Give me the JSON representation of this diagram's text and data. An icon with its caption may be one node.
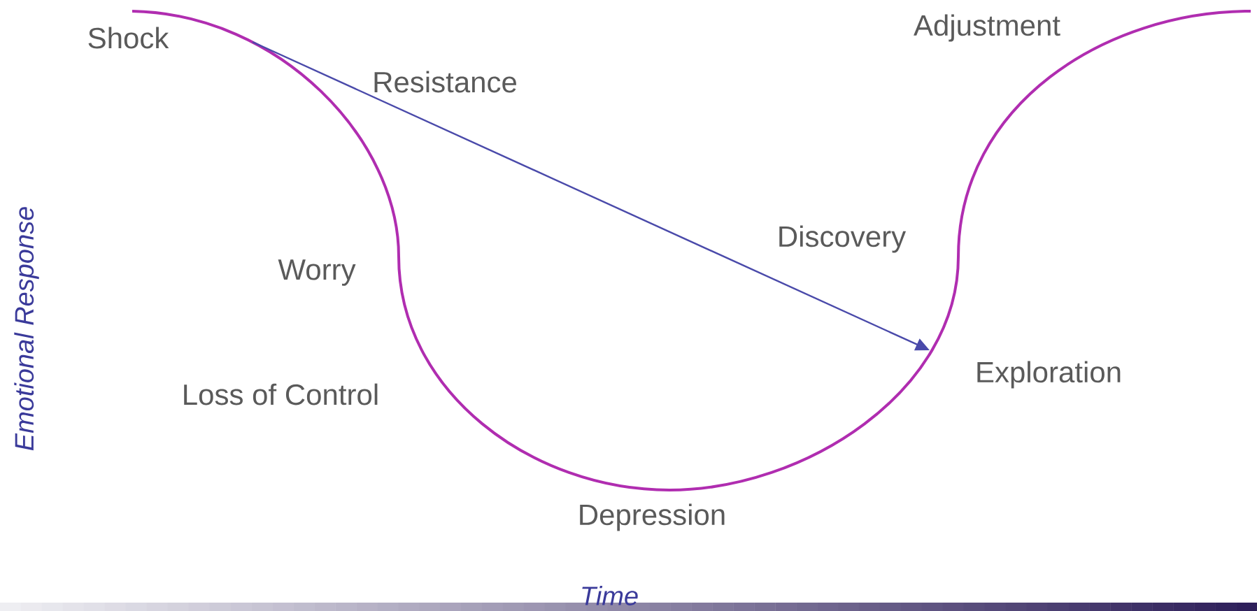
{
  "diagram": {
    "labels": [
      "Shock",
      "Adjustment",
      "Resistance",
      "Emotional Response",
      "Discovery",
      "Worry",
      "Exploration",
      "Loss of Control",
      "Depression",
      "Time"
    ]
  }
}
